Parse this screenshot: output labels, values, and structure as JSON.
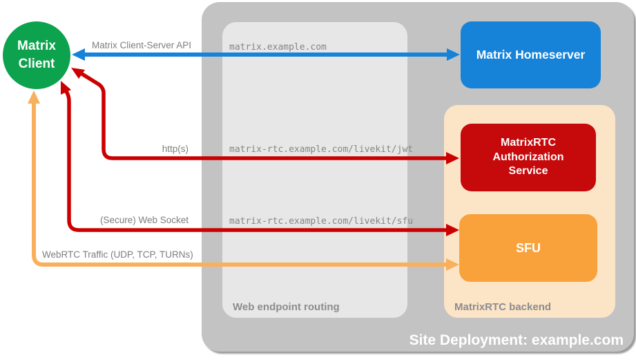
{
  "title": "MatrixRTC site deployment diagram",
  "colors": {
    "background": "#ffffff",
    "container_gray": "#c3c3c3",
    "routing_gray": "#e7e7e7",
    "backend_peach": "#fce4c7",
    "client_green": "#0da24e",
    "homeserver_blue": "#1683d9",
    "auth_red": "#c6090b",
    "sfu_orange": "#f9a23c",
    "arrow_blue": "#1683d9",
    "arrow_red": "#cc0000",
    "arrow_orange": "#f9b05c",
    "label_gray": "#7e7e7e",
    "caption_gray": "#8c8c8c",
    "mono_gray": "#858585"
  },
  "nodes": {
    "client": {
      "label": "Matrix Client"
    },
    "homeserver": {
      "label": "Matrix Homeserver"
    },
    "auth_service": {
      "label": "MatrixRTC Authorization Service"
    },
    "sfu": {
      "label": "SFU"
    }
  },
  "containers": {
    "site": {
      "label": "Site Deployment: example.com"
    },
    "routing": {
      "label": "Web endpoint routing"
    },
    "backend": {
      "label": "MatrixRTC backend"
    }
  },
  "edges": {
    "cs_api": {
      "label": "Matrix Client-Server API",
      "route": "matrix.example.com"
    },
    "http": {
      "label": "http(s)",
      "route": "matrix-rtc.example.com/livekit/jwt"
    },
    "websocket": {
      "label": "(Secure) Web Socket",
      "route": "matrix-rtc.example.com/livekit/sfu"
    },
    "webrtc": {
      "label": "WebRTC Traffic (UDP, TCP, TURNs)"
    }
  }
}
